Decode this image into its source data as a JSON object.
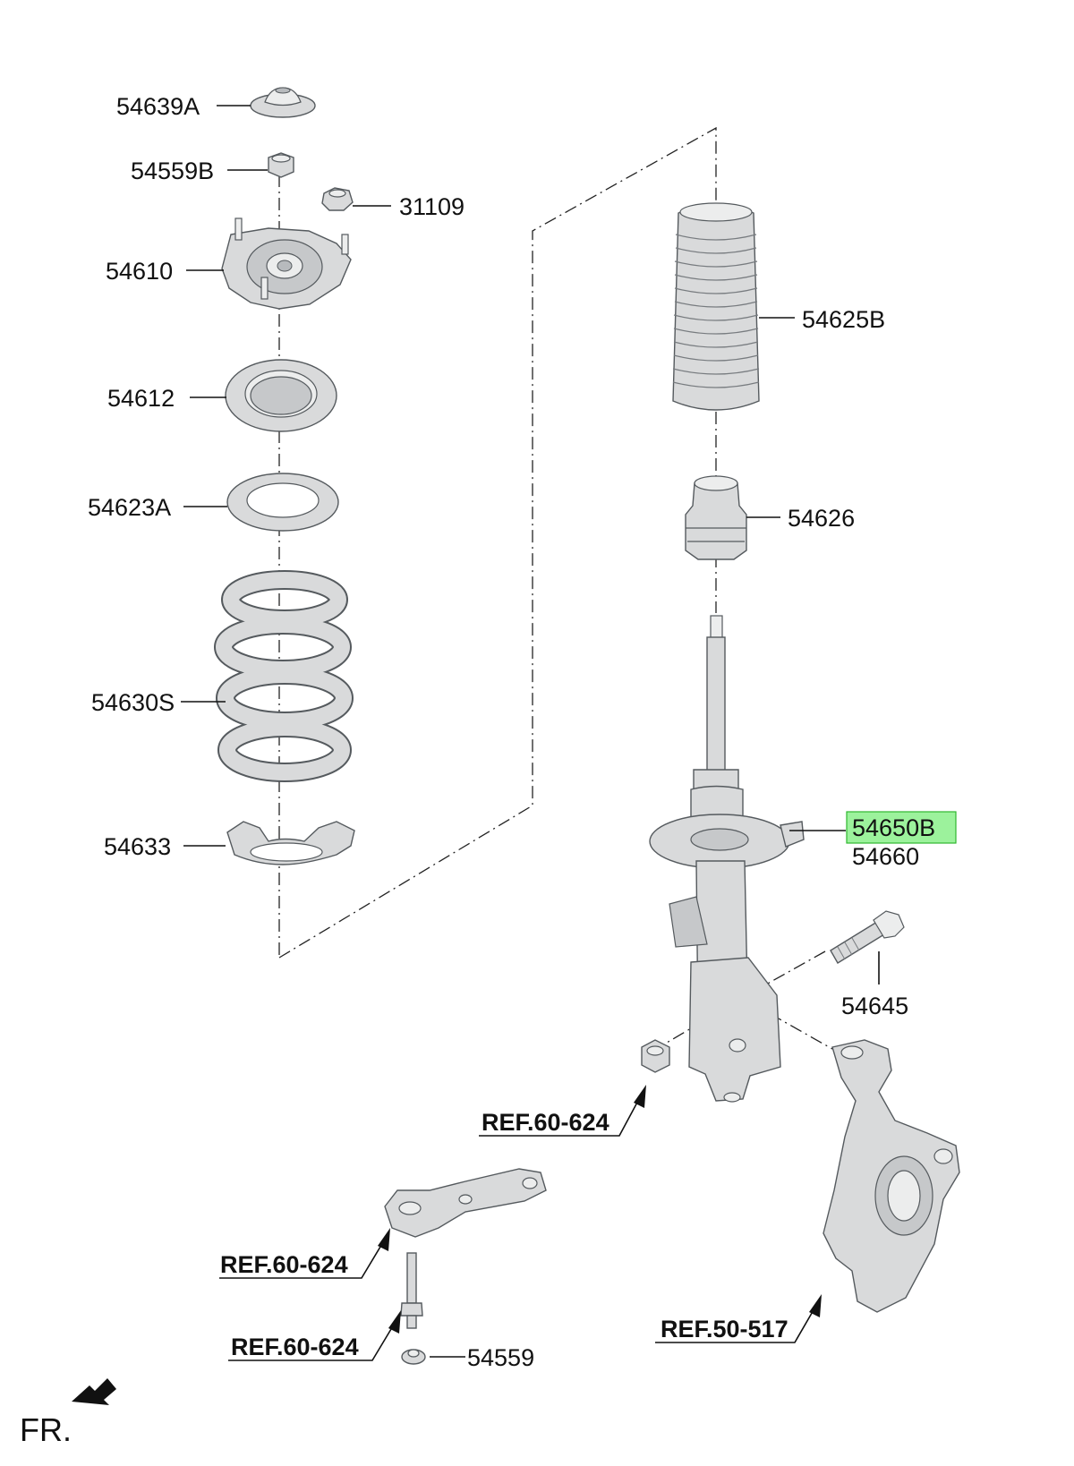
{
  "labels": {
    "p54639A": "54639A",
    "p54559B": "54559B",
    "p31109": "31109",
    "p54610": "54610",
    "p54612": "54612",
    "p54623A": "54623A",
    "p54630S": "54630S",
    "p54633": "54633",
    "p54625B": "54625B",
    "p54626": "54626",
    "p54650B": "54650B",
    "p54660": "54660",
    "p54645": "54645",
    "ref60624_a": "REF.60-624",
    "ref60624_b": "REF.60-624",
    "ref60624_c": "REF.60-624",
    "ref50517": "REF.50-517",
    "p54559": "54559"
  },
  "direction": "FR.",
  "highlight_color": "#9cf29c"
}
